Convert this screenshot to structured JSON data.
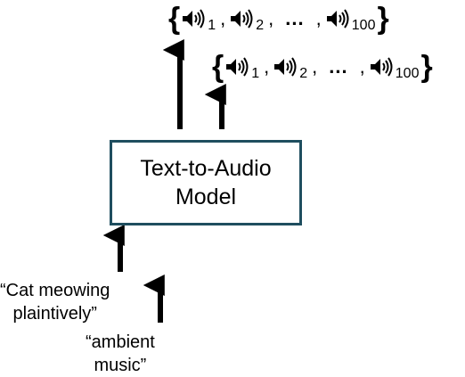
{
  "model": {
    "line1": "Text-to-Audio",
    "line2": "Model"
  },
  "prompts": [
    {
      "line1": "“Cat meowing",
      "line2": "plaintively”"
    },
    {
      "line1": "“ambient",
      "line2": "music”"
    }
  ],
  "outputs": [
    {
      "open": "{",
      "close": "}",
      "subs": [
        "1",
        "2",
        "100"
      ],
      "separator": ",",
      "ellipsis": "..."
    },
    {
      "open": "{",
      "close": "}",
      "subs": [
        "1",
        "2",
        "100"
      ],
      "separator": ",",
      "ellipsis": "..."
    }
  ],
  "icons": {
    "output_item": "speaker-sound-icon"
  }
}
